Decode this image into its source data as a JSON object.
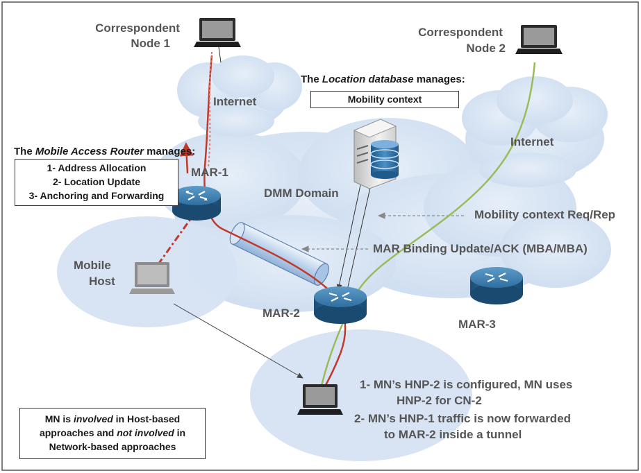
{
  "correspondent_node_1": "Correspondent\nNode 1",
  "cn1_line1": "Correspondent",
  "cn1_line2": "Node 1",
  "cn2_line1": "Correspondent",
  "cn2_line2": "Node 2",
  "internet_left": "Internet",
  "internet_right": "Internet",
  "location_db": {
    "prefix": "The ",
    "emph": "Location database",
    "suffix": " manages:",
    "box": "Mobility context"
  },
  "mar_manages": {
    "prefix": "The ",
    "emph": "Mobile Access Router",
    "suffix": " manages:",
    "items": [
      "1- Address Allocation",
      "2- Location Update",
      "3- Anchoring and Forwarding"
    ]
  },
  "mar1_label": "MAR-1",
  "mar2_label": "MAR-2",
  "mar3_label": "MAR-3",
  "dmm_domain": "DMM Domain",
  "mobile_host_line1": "Mobile",
  "mobile_host_line2": "Host",
  "mobility_req_rep": "Mobility context Req/Rep",
  "mar_binding": "MAR Binding Update/ACK (MBA/MBA)",
  "steps": [
    "1- MN’s HNP-2 is configured, MN uses",
    "HNP-2 for CN-2",
    "2- MN’s HNP-1 traffic is now forwarded",
    "to MAR-2 inside a tunnel"
  ],
  "mn_note": {
    "l1": "MN is ",
    "l1_emph": "involved",
    "l1_rest": " in Host-based",
    "l2": "approaches and ",
    "l2_emph": "not involved",
    "l2_rest": " in",
    "l3": "Network-based approaches"
  },
  "colors": {
    "cloud": "#d6e3f3",
    "router": "#2e6f9e",
    "red_path": "#c0392b",
    "green_path": "#9bbb59"
  }
}
